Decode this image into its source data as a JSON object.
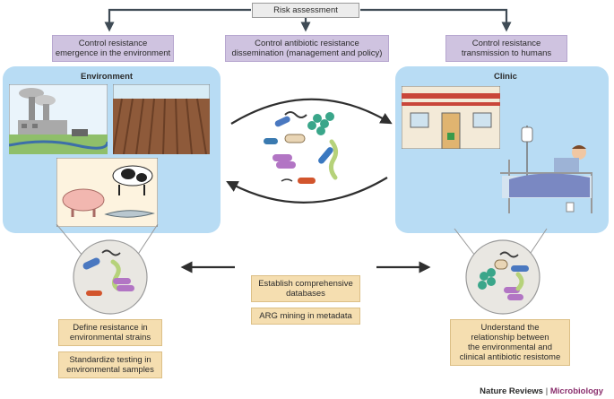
{
  "top": {
    "risk": "Risk assessment",
    "env_control": [
      "Control resistance",
      "emergence in the environment"
    ],
    "dissemination": [
      "Control antibiotic resistance",
      "dissemination (management and policy)"
    ],
    "transmission": [
      "Control resistance",
      "transmission to humans"
    ]
  },
  "environment": {
    "title": "Environment"
  },
  "clinic": {
    "title": "Clinic"
  },
  "center_boxes": {
    "databases": [
      "Establish comprehensive",
      "databases"
    ],
    "arg": "ARG mining in metadata"
  },
  "left_boxes": {
    "define": [
      "Define resistance in",
      "environmental strains"
    ],
    "standardize": [
      "Standardize testing in",
      "environmental samples"
    ]
  },
  "right_box": [
    "Understand the",
    "relationship between",
    "the environmental and",
    "clinical antibiotic resistome"
  ],
  "footer": {
    "journal": "Nature Reviews",
    "separator": " | ",
    "section": "Microbiology"
  },
  "colors": {
    "panel": "#b8dcf4",
    "purple_box": "#cfc3e0",
    "tan_box": "#f5deb0",
    "arrow": "#3f4b55",
    "accent": "#8a2f6d"
  }
}
